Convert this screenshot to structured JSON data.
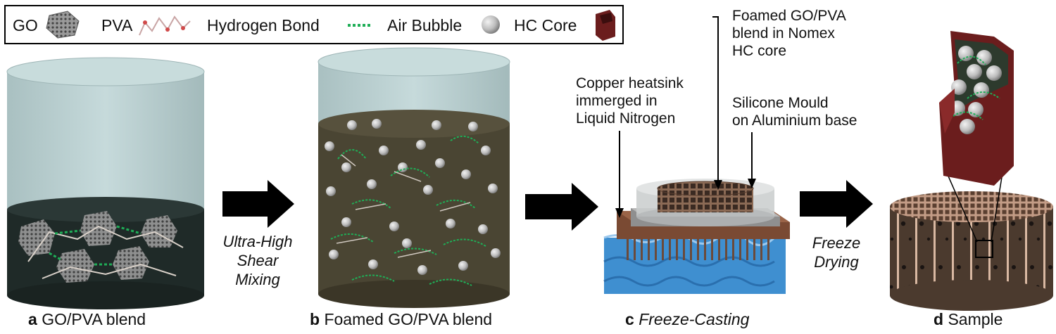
{
  "legend": {
    "go": "GO",
    "pva": "PVA",
    "hbond": "Hydrogen Bond",
    "bubble": "Air Bubble",
    "hccore": "HC Core"
  },
  "callouts": {
    "foamed": "Foamed GO/PVA\nblend in Nomex\nHC core",
    "copper": "Copper heatsink\nimmerged in\nLiquid Nitrogen",
    "silicone": "Silicone Mould\non Aluminium base"
  },
  "steps": {
    "mixing": "Ultra-High\nShear\nMixing",
    "drying": "Freeze\nDrying"
  },
  "captions": {
    "a_letter": "a",
    "a_text": "GO/PVA blend",
    "b_letter": "b",
    "b_text": "Foamed GO/PVA blend",
    "c_letter": "c",
    "c_text": "Freeze-Casting",
    "d_letter": "d",
    "d_text": "Sample"
  },
  "colors": {
    "tank_glass": "#b9cfd0",
    "liquid_dark": "#1f2a28",
    "foam_brown": "#4a4533",
    "hbond_green": "#1fae57",
    "hc_core": "#6b1d1d",
    "copper": "#7a4a33",
    "ice_blue": "#3f8fd0"
  }
}
